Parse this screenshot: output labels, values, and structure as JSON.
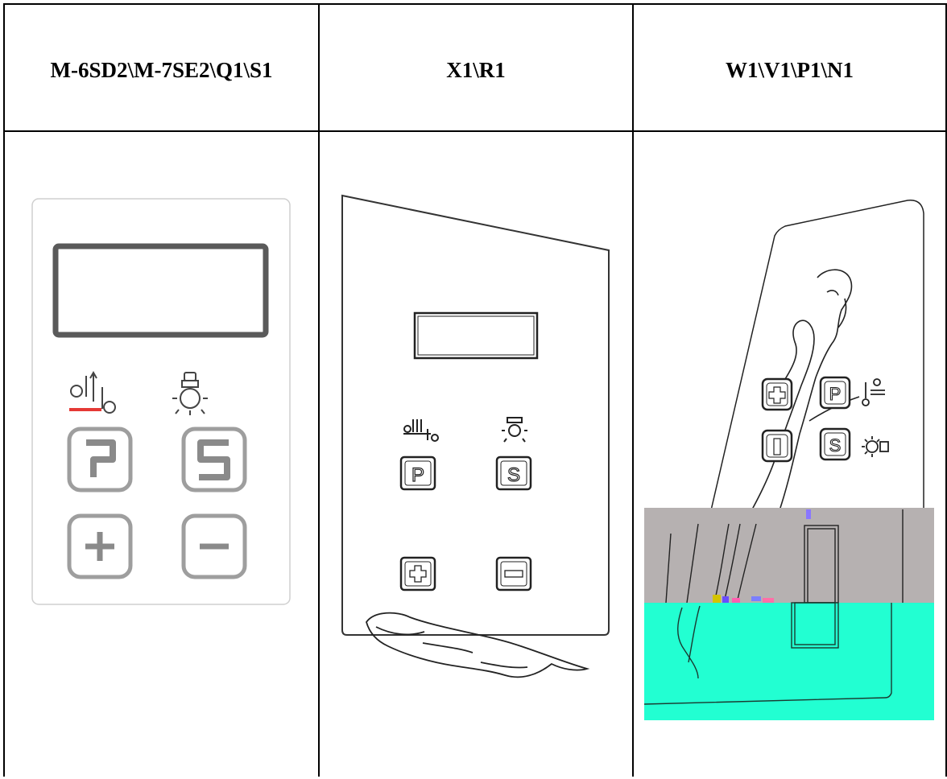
{
  "table": {
    "headers": [
      "M-6SD2\\M-7SE2\\Q1\\S1",
      "X1\\R1",
      "W1\\V1\\P1\\N1"
    ]
  },
  "panels": [
    {
      "model": "M-6SD2\\M-7SE2\\Q1\\S1",
      "keys": [
        "P",
        "S",
        "+",
        "-"
      ],
      "icons": [
        "needle-position-icon",
        "lamp-icon"
      ],
      "accent": "#e53935",
      "key_color": "#9e9e9e"
    },
    {
      "model": "X1\\R1",
      "keys": [
        "P",
        "S",
        "+",
        "-"
      ],
      "icons": [
        "needle-position-icon",
        "lamp-icon",
        "jaguar-logo"
      ]
    },
    {
      "model": "W1\\V1\\P1\\N1",
      "keys": [
        "+",
        "P",
        "-",
        "S"
      ],
      "icons": [
        "thread-trim-icon",
        "lamp-icon",
        "jaguar-logo"
      ],
      "overlay_colors": [
        "#b6b1b1",
        "#22ffd2"
      ]
    }
  ]
}
